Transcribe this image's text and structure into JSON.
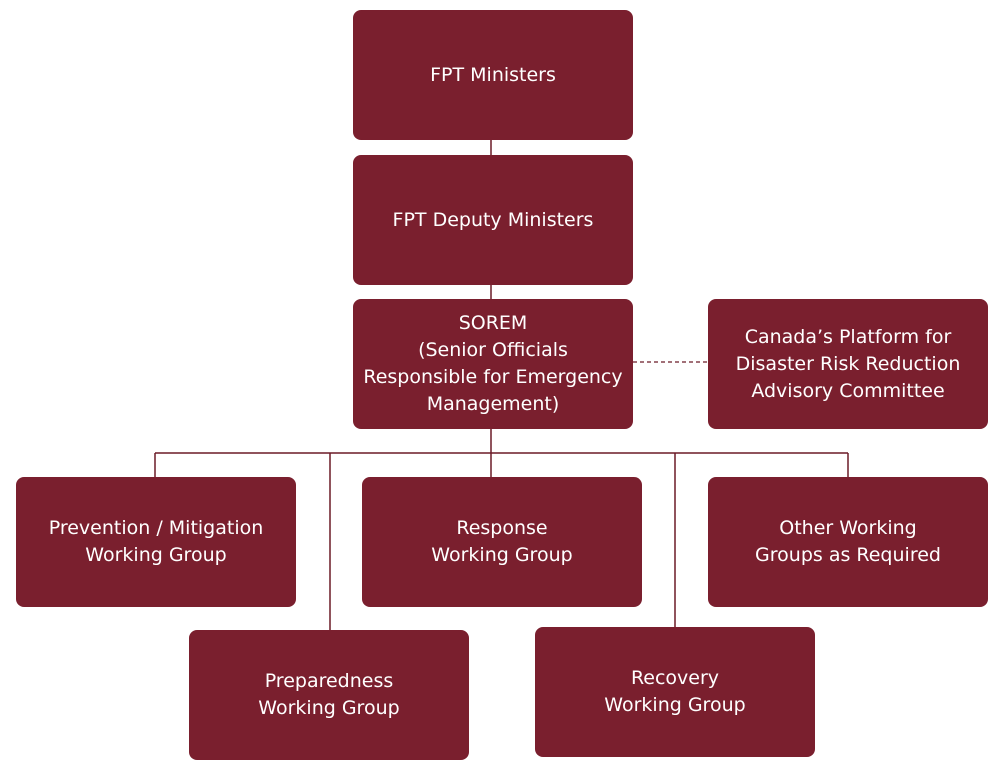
{
  "colors": {
    "box_fill": "#7a1f2e",
    "connector": "#6b1a27",
    "box_text": "#ffffff"
  },
  "nodes": {
    "ministers": "FPT Ministers",
    "deputy_ministers": "FPT Deputy Ministers",
    "sorem": "SOREM\n(Senior Officials\nResponsible for Emergency\nManagement)",
    "platform": "Canada’s Platform for\nDisaster Risk Reduction\nAdvisory Committee",
    "prevention": "Prevention / Mitigation\nWorking Group",
    "response": "Response\nWorking Group",
    "other": "Other Working\nGroups as Required",
    "preparedness": "Preparedness\nWorking Group",
    "recovery": "Recovery\nWorking Group"
  }
}
